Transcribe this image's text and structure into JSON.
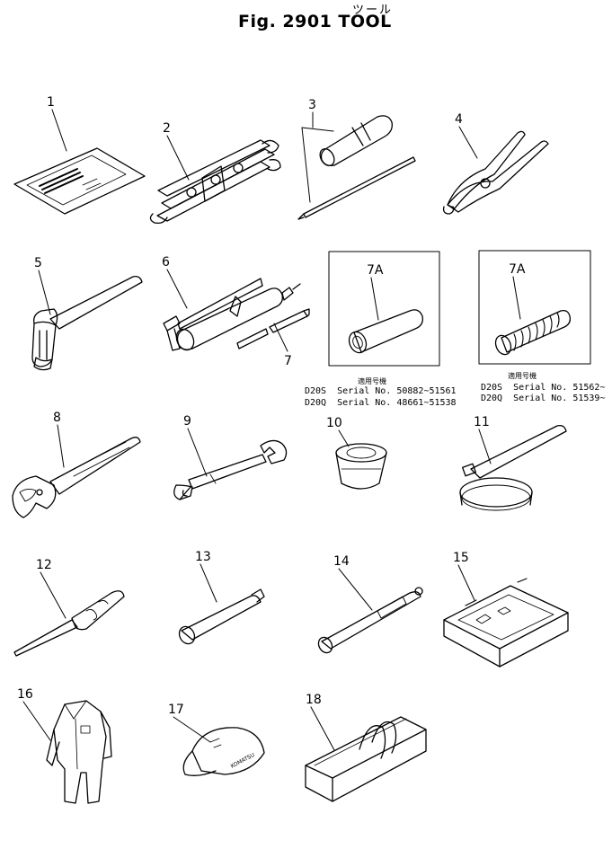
{
  "header": {
    "title_jp": "ツール",
    "title": "Fig. 2901  TOOL"
  },
  "parts": [
    {
      "no": "1",
      "icon": "manual-icon"
    },
    {
      "no": "2",
      "icon": "wrench-set-icon"
    },
    {
      "no": "3",
      "icon": "screwdriver-icon"
    },
    {
      "no": "4",
      "icon": "pliers-icon"
    },
    {
      "no": "5",
      "icon": "hammer-icon"
    },
    {
      "no": "6",
      "icon": "grease-gun-icon"
    },
    {
      "no": "7",
      "icon": "nozzle-icon"
    },
    {
      "no": "7A",
      "icon": "pipe-icon"
    },
    {
      "no": "7A",
      "icon": "hose-icon"
    },
    {
      "no": "8",
      "icon": "adjustable-wrench-icon"
    },
    {
      "no": "9",
      "icon": "double-wrench-icon"
    },
    {
      "no": "10",
      "icon": "socket-icon"
    },
    {
      "no": "11",
      "icon": "filter-wrench-icon"
    },
    {
      "no": "12",
      "icon": "pry-bar-icon"
    },
    {
      "no": "13",
      "icon": "extension-bar-icon"
    },
    {
      "no": "14",
      "icon": "handle-icon"
    },
    {
      "no": "15",
      "icon": "tool-box-icon"
    },
    {
      "no": "16",
      "icon": "coverall-icon"
    },
    {
      "no": "17",
      "icon": "cap-icon"
    },
    {
      "no": "18",
      "icon": "tool-bag-icon"
    }
  ],
  "serials_left": {
    "heading": "適用号機",
    "line1": "D20S  Serial No. 50882~51561",
    "line2": "D20Q  Serial No. 48661~51538"
  },
  "serials_right": {
    "heading": "適用号機",
    "line1": "D20S  Serial No. 51562~",
    "line2": "D20Q  Serial No. 51539~"
  },
  "cap_text": "KOMATSU"
}
